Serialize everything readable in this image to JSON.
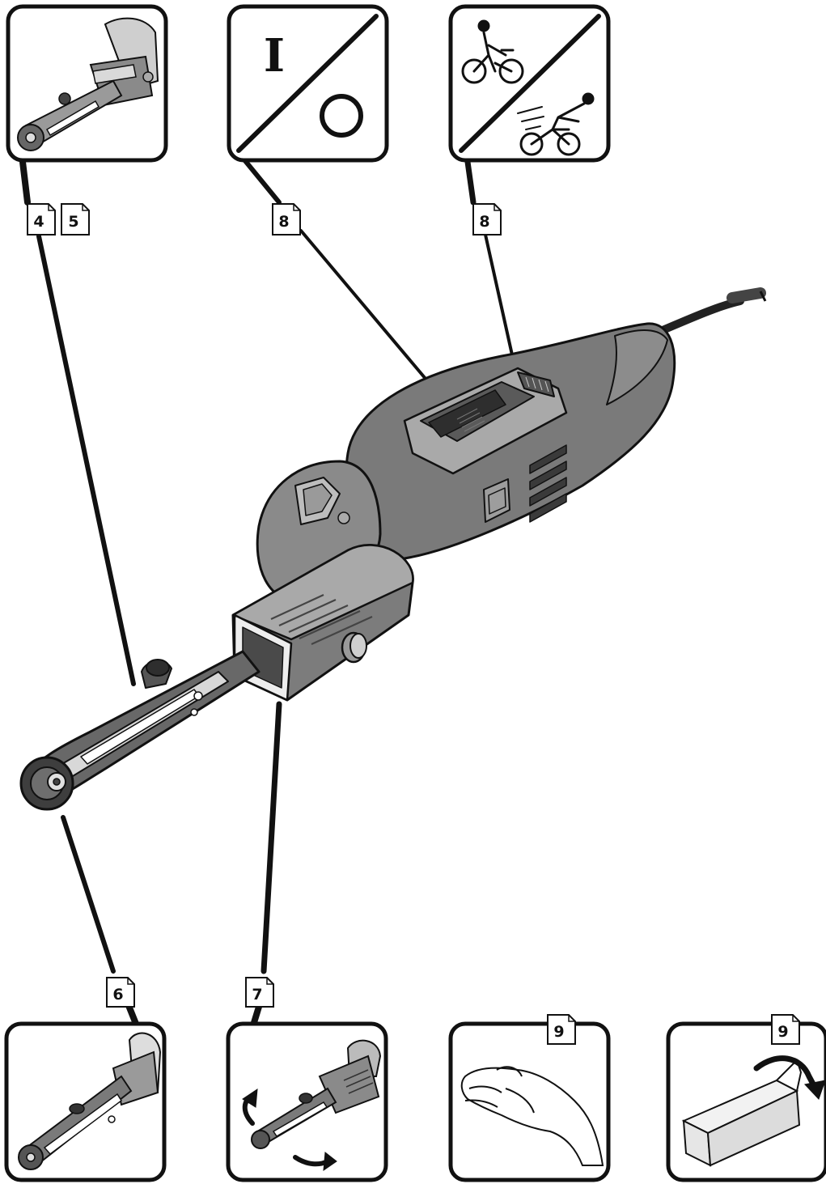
{
  "diagram": {
    "colors": {
      "ink": "#111111",
      "tool_body": "#7a7a7a",
      "tool_dark": "#3a3a3a",
      "tool_light": "#bdbdbd",
      "background": "#ffffff"
    },
    "top_panels": [
      {
        "id": "tool-detail",
        "icon": "belt-sander-icon"
      },
      {
        "id": "on-off-switch",
        "icon": "on-off-switch-icon",
        "on_symbol": "I"
      },
      {
        "id": "speed-control",
        "icon": "speed-cyclist-icon"
      }
    ],
    "bottom_panels": [
      {
        "id": "belt-arm",
        "icon": "belt-arm-icon"
      },
      {
        "id": "adjust-arm",
        "icon": "rotate-arm-icon"
      },
      {
        "id": "hand",
        "icon": "hand-icon"
      },
      {
        "id": "box",
        "icon": "box-open-icon"
      }
    ],
    "page_refs": {
      "ref_a": "4",
      "ref_b": "5",
      "ref_c": "8",
      "ref_d": "8",
      "ref_e": "6",
      "ref_f": "7",
      "ref_g": "9",
      "ref_h": "9"
    }
  }
}
